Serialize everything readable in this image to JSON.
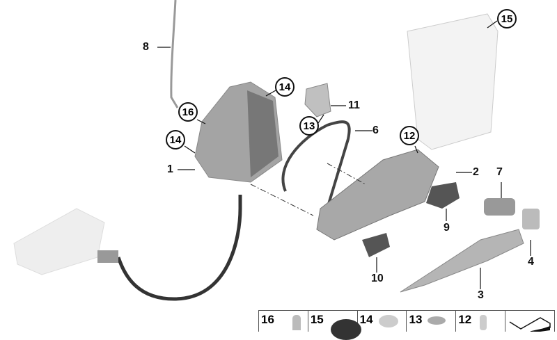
{
  "diagram": {
    "callouts": [
      {
        "id": "8",
        "circled": false
      },
      {
        "id": "15",
        "circled": true
      },
      {
        "id": "14",
        "circled": true
      },
      {
        "id": "11",
        "circled": false
      },
      {
        "id": "16",
        "circled": true
      },
      {
        "id": "13",
        "circled": true
      },
      {
        "id": "6",
        "circled": false
      },
      {
        "id": "12",
        "circled": true
      },
      {
        "id": "14",
        "circled": true
      },
      {
        "id": "1",
        "circled": false
      },
      {
        "id": "2",
        "circled": false
      },
      {
        "id": "7",
        "circled": false
      },
      {
        "id": "9",
        "circled": false
      },
      {
        "id": "4",
        "circled": false
      },
      {
        "id": "10",
        "circled": false
      },
      {
        "id": "3",
        "circled": false
      }
    ],
    "parts_table": [
      "16",
      "15",
      "14",
      "13",
      "12"
    ]
  }
}
